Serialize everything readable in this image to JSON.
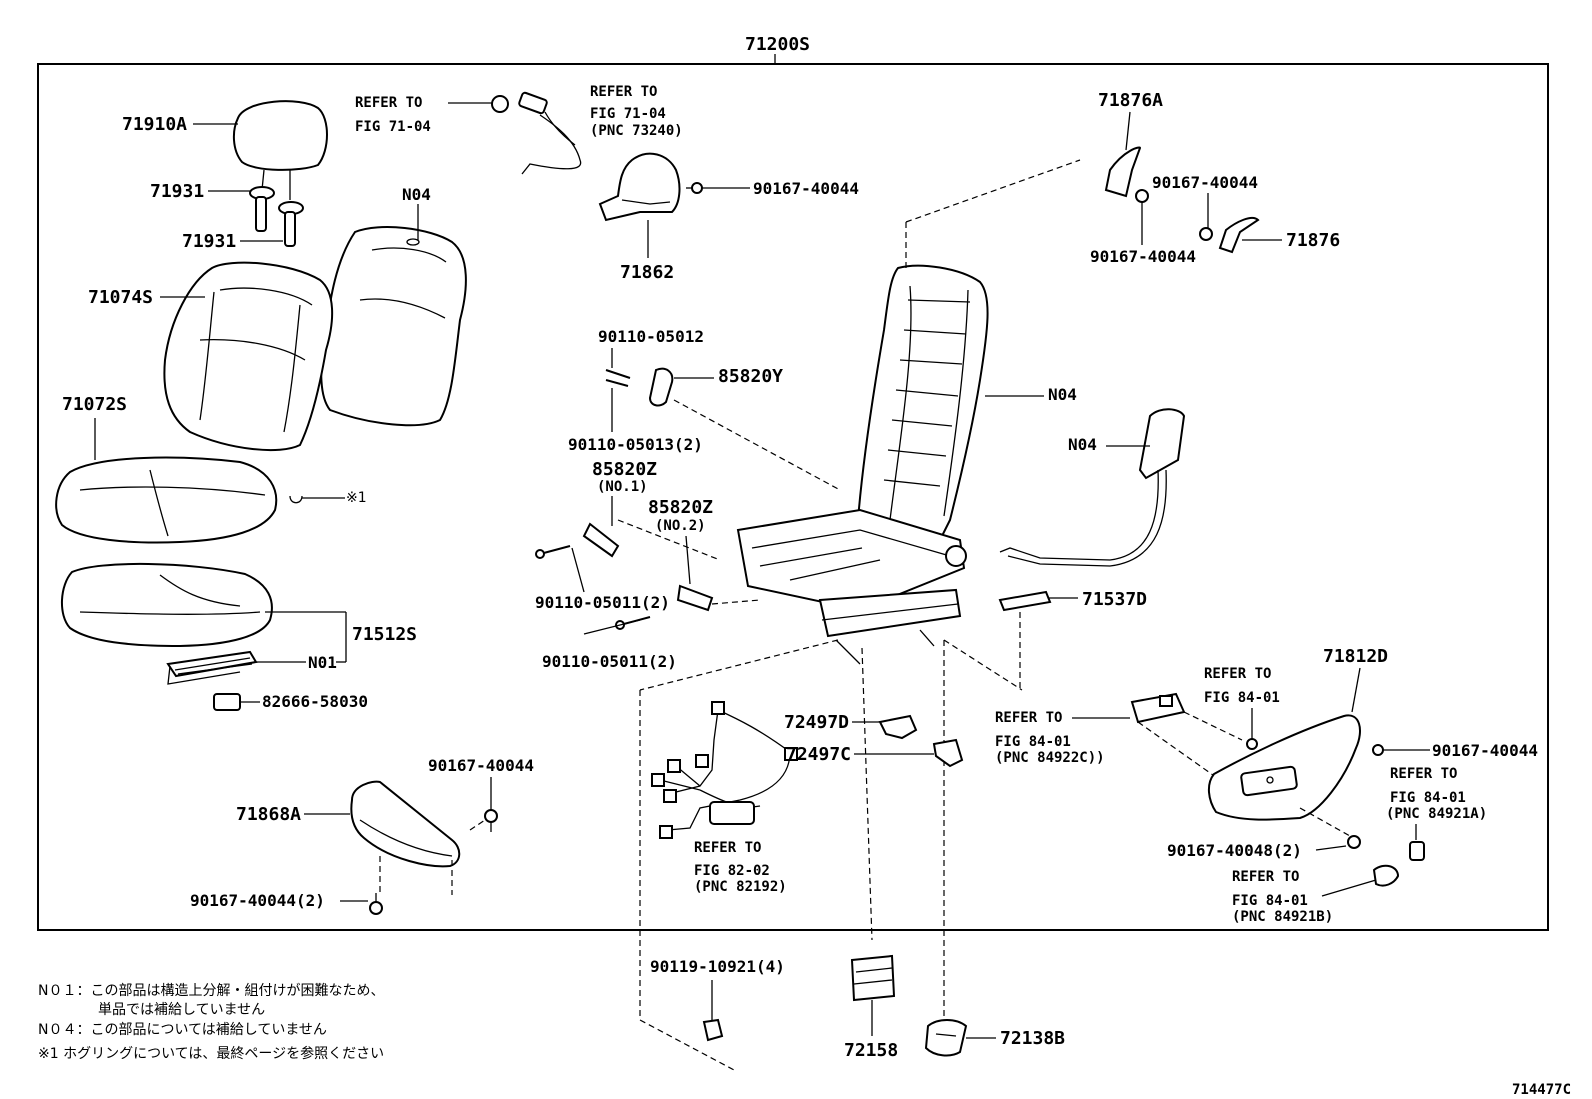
{
  "assembly_label": "71200S",
  "figure_id": "714477C",
  "parts": {
    "p71910A": "71910A",
    "p71931a": "71931",
    "p71931b": "71931",
    "n04_back": "N04",
    "p71074S": "71074S",
    "p71072S": "71072S",
    "p71512S": "71512S",
    "n01": "N01",
    "p82666": "82666-58030",
    "mark1": "※1",
    "p71862": "71862",
    "bolt_71862": "90167-40044",
    "p71876A": "71876A",
    "bolt_876a_1": "90167-40044",
    "bolt_876a_2": "90167-40044",
    "p71876": "71876",
    "p05012": "90110-05012",
    "p85820Y": "85820Y",
    "p05013": "90110-05013(2)",
    "p85820Z1": "85820Z",
    "p85820Z1_sub": "(NO.1)",
    "p85820Z2": "85820Z",
    "p85820Z2_sub": "(NO.2)",
    "p05011a": "90110-05011(2)",
    "p05011b": "90110-05011(2)",
    "n04_frame": "N04",
    "n04_lumbar": "N04",
    "p71537D": "71537D",
    "p72497D": "72497D",
    "p72497C": "72497C",
    "p71812D": "71812D",
    "bolt_812d": "90167-40044",
    "bolt_812d_2": "90167-40048(2)",
    "bolt_868a_top": "90167-40044",
    "p71868A": "71868A",
    "bolt_868a_bot": "90167-40044(2)",
    "p10921": "90119-10921(4)",
    "p72158": "72158",
    "p72138B": "72138B"
  },
  "refs": {
    "r1_l1": "REFER TO",
    "r1_l2": "FIG 71-04",
    "r2_l1": "REFER TO",
    "r2_l2": "FIG 71-04",
    "r2_l3": "(PNC 73240)",
    "r3_l1": "REFER TO",
    "r3_l2": "FIG 84-01",
    "r4_l1": "REFER TO",
    "r4_l2": "FIG 84-01",
    "r4_l3": "(PNC 84922C))",
    "r5_l1": "REFER TO",
    "r5_l2": "FIG 84-01",
    "r5_l3": "(PNC 84921A)",
    "r6_l1": "REFER TO",
    "r6_l2": "FIG 84-01",
    "r6_l3": "(PNC 84921B)",
    "r7_l1": "REFER TO",
    "r7_l2": "FIG 82-02",
    "r7_l3": "(PNC 82192)"
  },
  "notes": {
    "n01_l1": "N０１：この部品は構造上分解・組付けが困難なため、",
    "n01_l2": "単品では補給していません",
    "n04": "N０４：この部品については補給していません",
    "mark": "※1 ホグリングについては、最終ページを参照ください"
  }
}
